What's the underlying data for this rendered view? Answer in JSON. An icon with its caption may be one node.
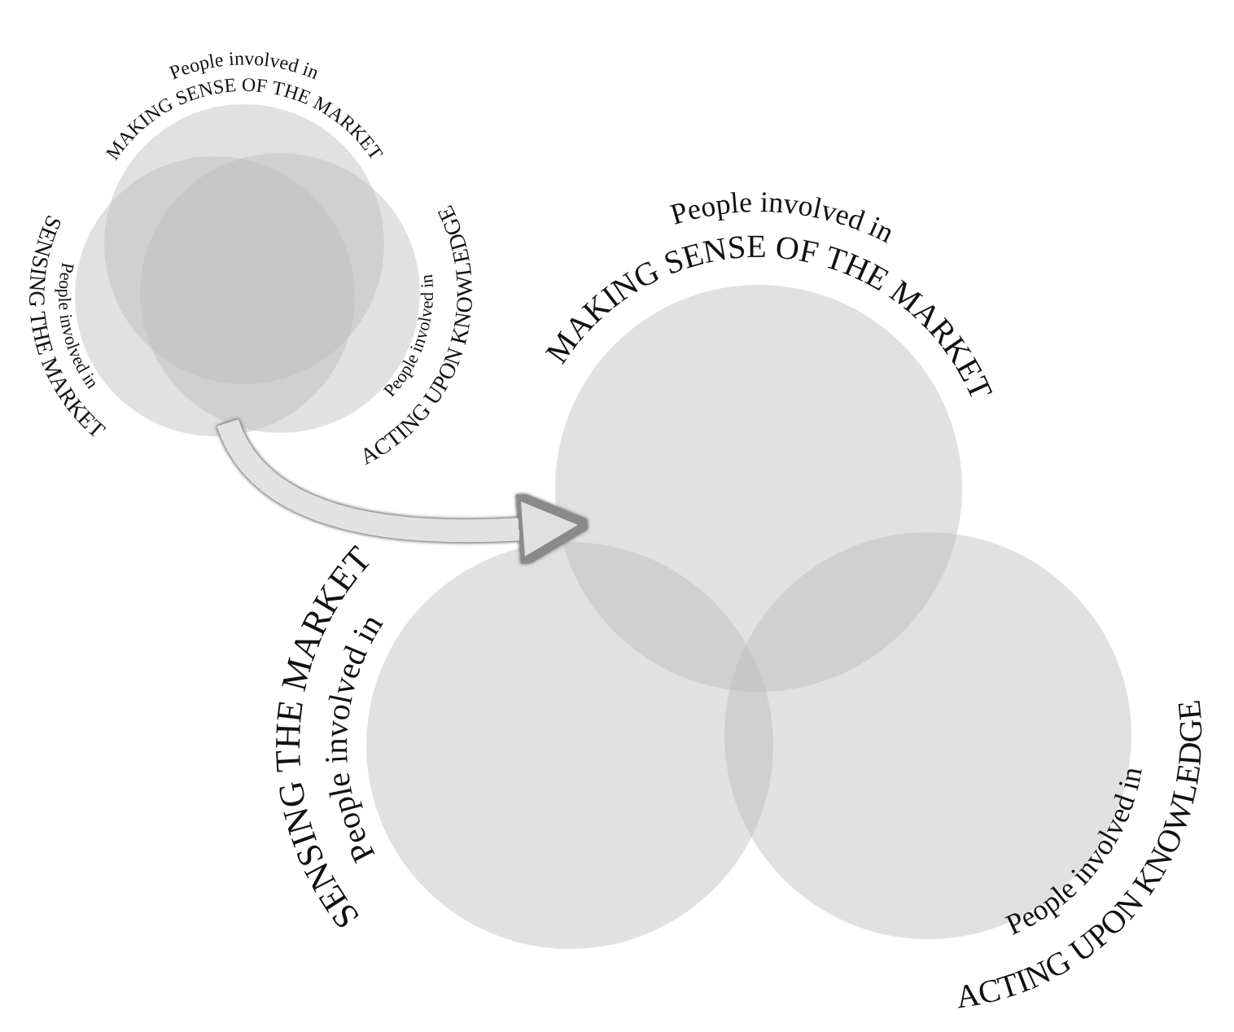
{
  "diagram": {
    "nodes": [
      {
        "text": [
          "People involved in",
          "MAKING SENSE OF THE MARKET"
        ]
      },
      {
        "text": [
          "People involved in",
          "SENSING THE MARKET"
        ]
      },
      {
        "text": [
          "People involved in",
          "ACTING UPON KNOWLEDGE"
        ]
      },
      {
        "text": [
          "People involved in",
          "MAKING SENSE OF THE MARKET"
        ]
      },
      {
        "text": [
          "People involved in",
          "SENSING THE MARKET"
        ]
      },
      {
        "text": [
          "People involved in",
          "ACTING UPON KNOWLEDGE"
        ]
      }
    ],
    "edges": [
      {
        "from": 2,
        "to": 3,
        "arrow": "to"
      }
    ]
  }
}
